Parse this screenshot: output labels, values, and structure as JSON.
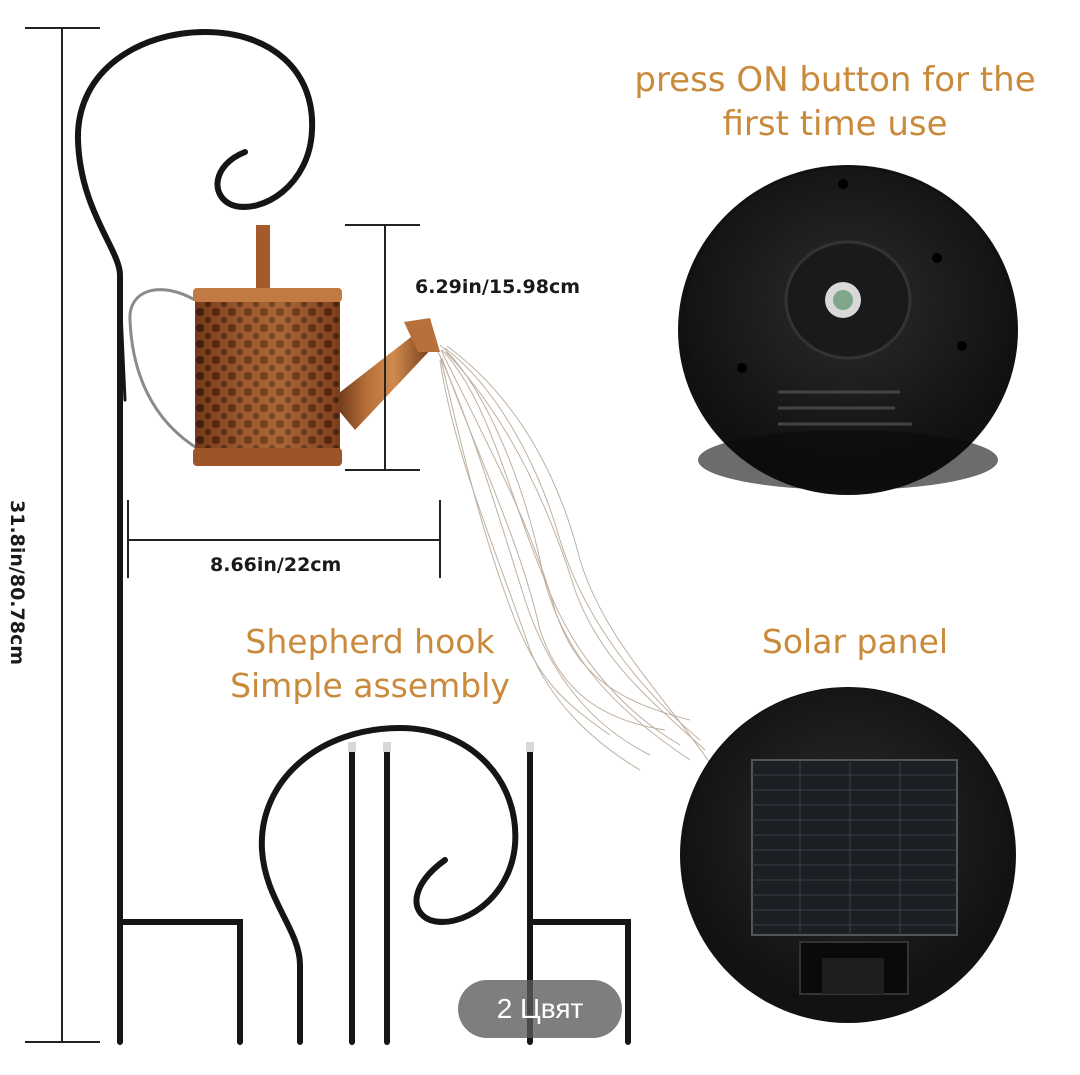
{
  "product_image": {
    "instruction": "press ON button for the first time use",
    "instruction_lines": [
      "press ON button for the",
      "first time use"
    ],
    "hook_label_lines": [
      "Shepherd hook",
      "Simple assembly"
    ],
    "solar_label": "Solar panel",
    "dim_can_height": "6.29in/15.98cm",
    "dim_can_width": "8.66in/22cm",
    "dim_total_height": "31.8in/80.78cm"
  },
  "overlay": {
    "variant_badge": "2 Цвят"
  },
  "colors": {
    "label_orange": "#c98a3c",
    "copper": "#a45a2a",
    "metal_black": "#151515",
    "badge_bg": "#5a5a5a"
  },
  "icons": [
    "watering-can-icon",
    "shepherd-hook-icon",
    "solar-light-disc-icon",
    "solar-panel-icon",
    "on-button-icon"
  ]
}
